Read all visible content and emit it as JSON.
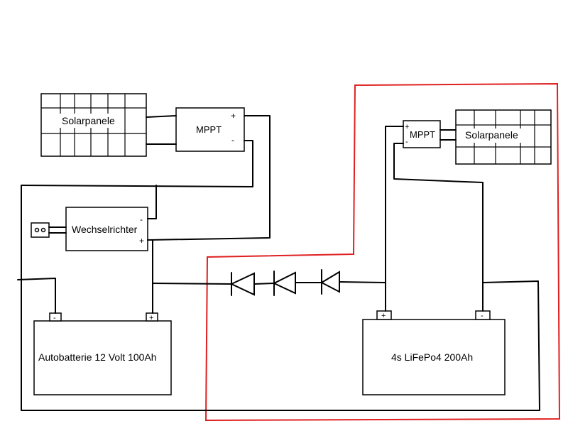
{
  "diagram": {
    "solar_panel_left": "Solarpanele",
    "solar_panel_right": "Solarpanele",
    "mppt_left": "MPPT",
    "mppt_right": "MPPT",
    "inverter": "Wechselrichter",
    "battery_left": "Autobatterie 12 Volt 100Ah",
    "battery_right": "4s LiFePo4 200Ah",
    "plus": "+",
    "minus": "-",
    "highlight_color": "#e02020"
  }
}
